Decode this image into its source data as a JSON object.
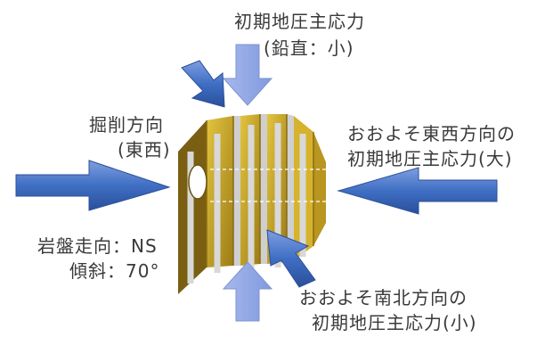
{
  "labels": {
    "vertical_stress_line1": "初期地圧主応力",
    "vertical_stress_line2": "(鉛直：小)",
    "excavation_line1": "掘削方向",
    "excavation_line2": "(東西)",
    "ew_stress_line1": "おおよそ東西方向の",
    "ew_stress_line2": "初期地圧主応力(大)",
    "strike": "岩盤走向：NS",
    "dip": "傾斜：70°",
    "ns_stress_line1": "おおよそ南北方向の",
    "ns_stress_line2": "初期地圧主応力(小)"
  },
  "icons": [
    "arrow-down-icon",
    "arrow-diagonal-icon",
    "arrow-right-icon",
    "arrow-left-icon",
    "arrow-up-icon",
    "arrow-diagonal-up-icon",
    "rock-block-icon",
    "tunnel-opening-icon"
  ],
  "colors": {
    "arrow_blue": "#3f6fc4",
    "arrow_light": "#9aaee6",
    "rock_gold": "#c9a825",
    "rock_dark": "#7a5f12",
    "rock_grey": "#c8c8c8",
    "text": "#3a3a3a"
  }
}
